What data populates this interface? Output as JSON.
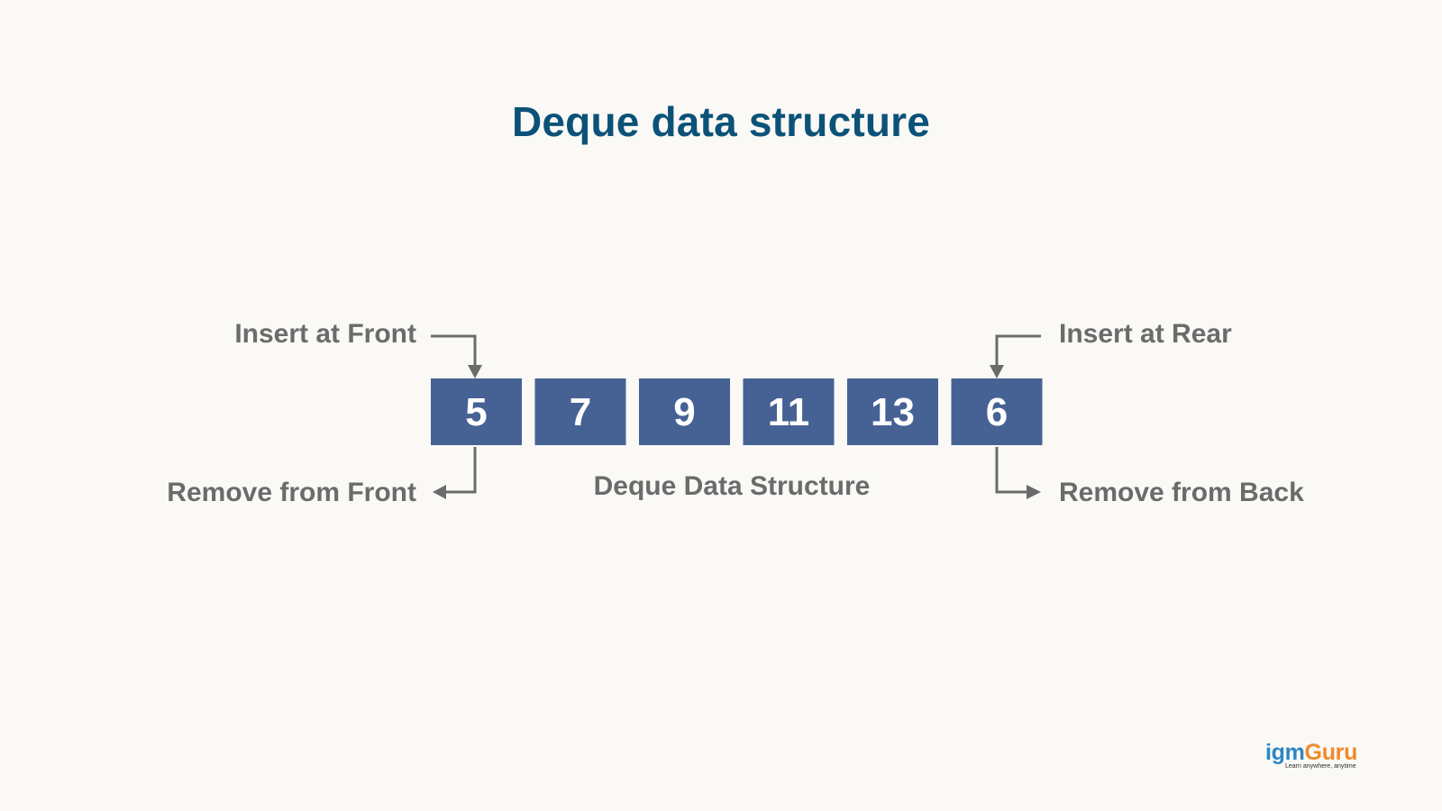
{
  "title": "Deque data structure",
  "labels": {
    "insert_front": "Insert at Front",
    "insert_rear": "Insert at Rear",
    "remove_front": "Remove from Front",
    "remove_back": "Remove from Back",
    "caption": "Deque Data Structure"
  },
  "deque": {
    "items": [
      "5",
      "7",
      "9",
      "11",
      "13",
      "6"
    ]
  },
  "colors": {
    "title": "#0c5278",
    "box_fill": "#466294",
    "box_text": "#ffffff",
    "label_text": "#6b6b6b",
    "background": "#faf9f6"
  },
  "logo": {
    "part_a": "igm",
    "part_b": "Guru",
    "tagline": "Learn anywhere, anytime"
  }
}
